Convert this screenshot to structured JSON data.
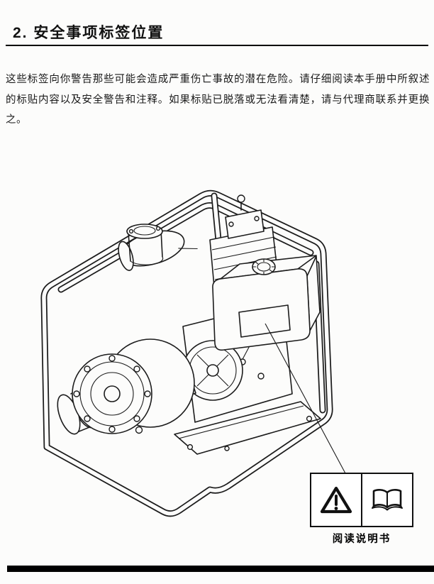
{
  "page": {
    "section_title": "2. 安全事项标签位置",
    "intro_paragraph": "这些标签向你警告那些可能会造成严重伤亡事故的潜在危险。请仔细阅读本手册中所叙述的标贴内容以及安全警告和注释。如果标贴已脱落或无法看清楚，请与代理商联系并更换之。",
    "figure": {
      "callout": {
        "label": "阅读说明书",
        "icons": [
          "warning-triangle-icon",
          "open-book-icon"
        ]
      }
    },
    "colors": {
      "ink": "#111111",
      "paper": "#fcfcfb"
    }
  }
}
